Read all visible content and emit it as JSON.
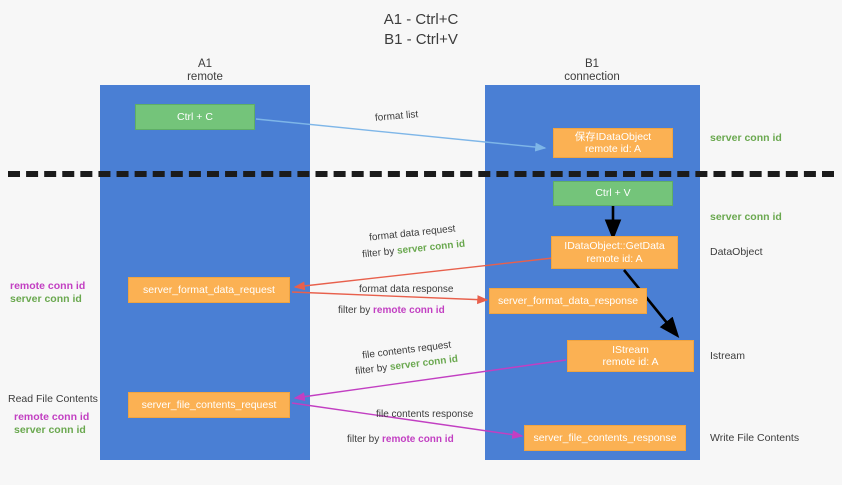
{
  "title": "A1 - Ctrl+C\nB1 - Ctrl+V",
  "columns": [
    {
      "name": "A1",
      "sub": "remote",
      "header": "A1\nremote"
    },
    {
      "name": "B1",
      "sub": "connection",
      "header": "B1\nconnection"
    }
  ],
  "colors": {
    "lane": "#4a7fd4",
    "green_node": "#74c47a",
    "orange_node": "#fbb153",
    "server_conn": "#6aa84f",
    "remote_conn": "#c23fc2",
    "format_arrow": "#7eb6e8",
    "format_data_arrow": "#e8604c",
    "file_contents_arrow": "#c23fc2",
    "black_arrow": "#000000",
    "divider": "#1b1b1b",
    "background": "#f7f7f7"
  },
  "nodes": {
    "ctrl_c": {
      "line1": "Ctrl + C",
      "line2": ""
    },
    "save_idataobject": {
      "line1": "保存IDataObject",
      "line2": "remote id: A"
    },
    "ctrl_v": {
      "line1": "Ctrl + V",
      "line2": ""
    },
    "getdata": {
      "line1": "IDataObject::GetData",
      "line2": "remote id: A"
    },
    "istream": {
      "line1": "IStream",
      "line2": "remote id: A"
    },
    "server_format_data_request": {
      "line1": "server_format_data_request",
      "line2": ""
    },
    "server_format_data_response": {
      "line1": "server_format_data_response",
      "line2": ""
    },
    "server_file_contents_request": {
      "line1": "server_file_contents_request",
      "line2": ""
    },
    "server_file_contents_response": {
      "line1": "server_file_contents_response",
      "line2": ""
    }
  },
  "edges": {
    "format_list": {
      "caption": "format list",
      "filter_prefix": "",
      "filter_key": ""
    },
    "format_data_request": {
      "caption": "format data request",
      "filter_prefix": "filter by ",
      "filter_key": "server conn id",
      "filter_kind": "server"
    },
    "format_data_response": {
      "caption": "format data response",
      "filter_prefix": "filter by ",
      "filter_key": "remote conn id",
      "filter_kind": "remote"
    },
    "file_contents_request": {
      "caption": "file contents request",
      "filter_prefix": "filter by ",
      "filter_key": "server conn id",
      "filter_kind": "server"
    },
    "file_contents_response": {
      "caption": "file contents response",
      "filter_prefix": "filter by ",
      "filter_key": "remote conn id",
      "filter_kind": "remote"
    }
  },
  "right_labels": {
    "server_conn_top": "server conn id",
    "server_conn_mid": "server conn id",
    "dataobject": "DataObject",
    "istream": "Istream",
    "write_file_contents": "Write File Contents"
  },
  "left_labels": {
    "remote_conn_1": "remote conn id",
    "server_conn_1": "server conn id",
    "read_file_contents": "Read File Contents",
    "remote_conn_2": "remote conn id",
    "server_conn_2": "server conn id"
  }
}
